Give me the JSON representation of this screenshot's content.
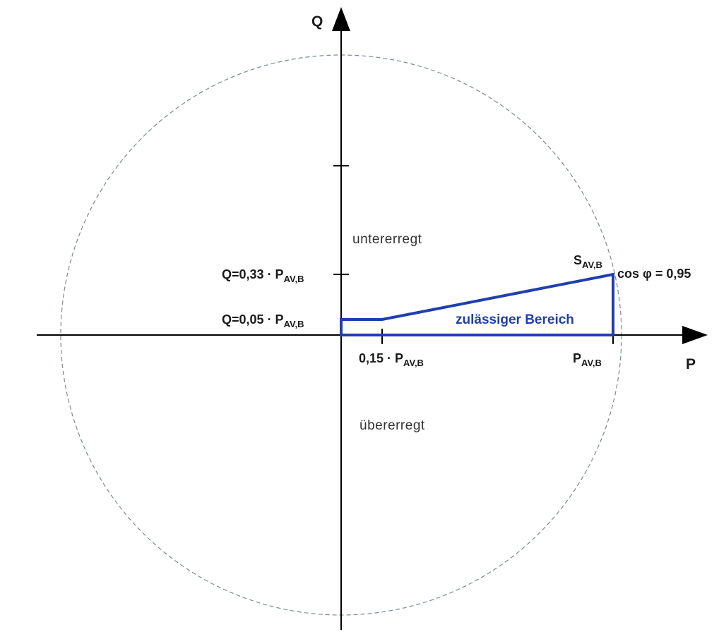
{
  "axes": {
    "p_label": "P",
    "q_label": "Q"
  },
  "regions": {
    "upper": "untererregt",
    "lower": "übererregt",
    "allowed": "zulässiger Bereich"
  },
  "labels": {
    "q033_main": "Q=0,33 ·  P",
    "q033_sub": "AV,B",
    "q005_main": "Q=0,05 ·  P",
    "q005_sub": "AV,B",
    "p015_main": "0,15 ·  P",
    "p015_sub": "AV,B",
    "pav_main": "P",
    "pav_sub": "AV,B",
    "sav_main": "S",
    "sav_sub": "AV,B",
    "cosphi": "cos φ = 0,95"
  },
  "colors": {
    "axis": "#000000",
    "circle": "#7a8a94",
    "allowed_region": "#1f3fb0"
  }
}
